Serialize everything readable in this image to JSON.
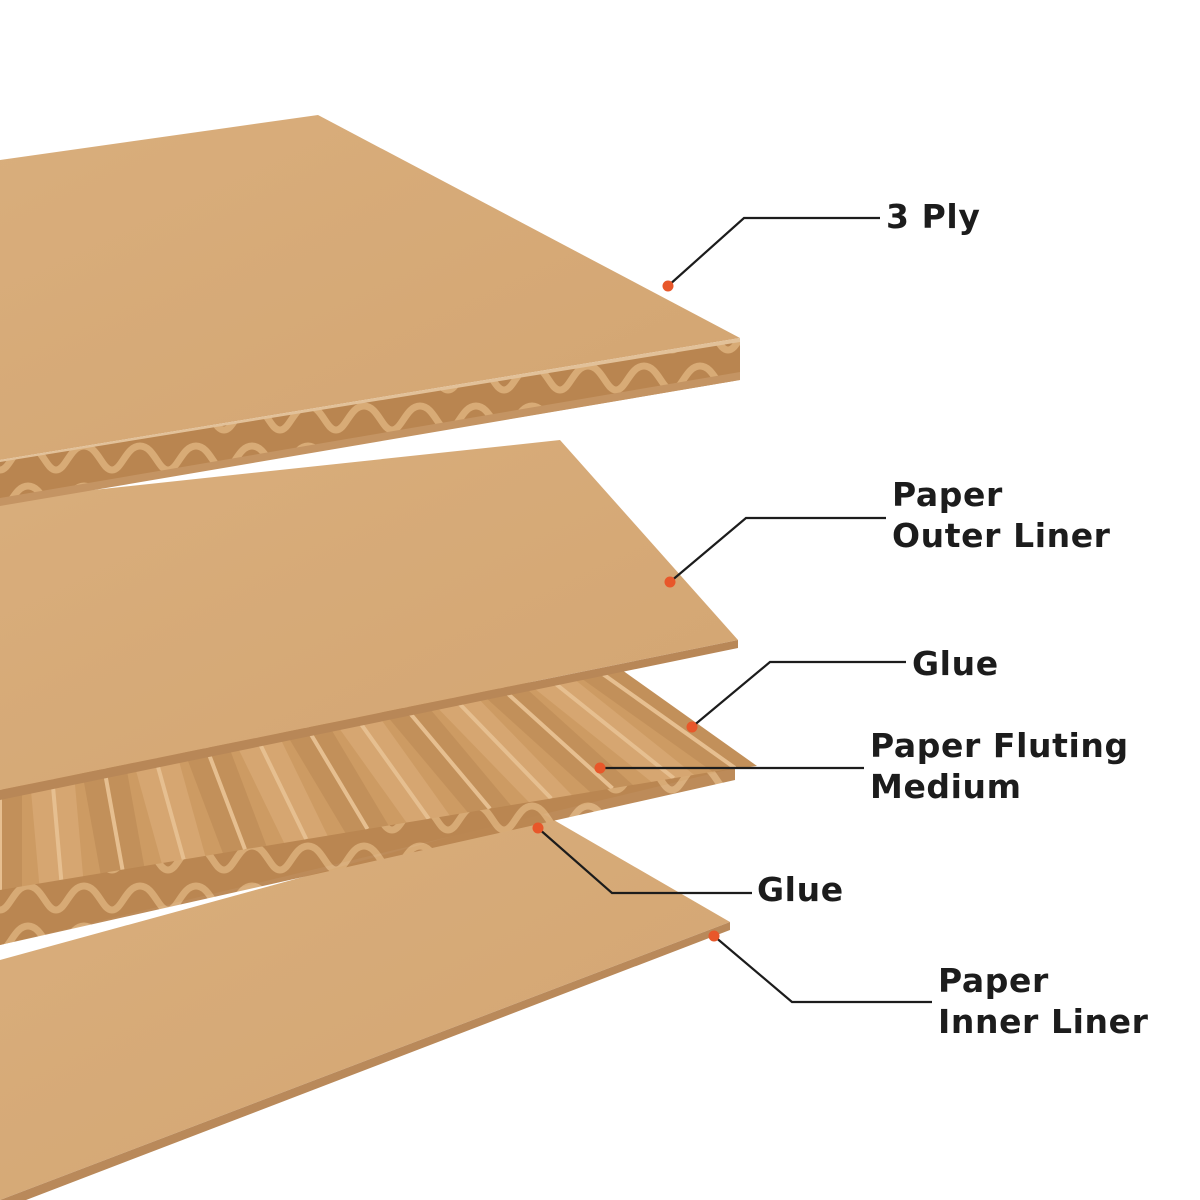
{
  "labels": {
    "three_ply": "3 Ply",
    "outer_liner": [
      "Paper",
      "Outer Liner"
    ],
    "glue_top": "Glue",
    "fluting_medium": [
      "Paper Fluting",
      "Medium"
    ],
    "glue_bottom": "Glue",
    "inner_liner": [
      "Paper",
      "Inner Liner"
    ]
  },
  "colors": {
    "kraft_sheet": "#d8ad7a",
    "kraft_edge": "#c0915c",
    "kraft_flute": "#cf9f66",
    "kraft_shadow": "#a97a47",
    "leader_line": "#1c1c1c",
    "marker_dot": "#e8572a",
    "text": "#1c1c1c",
    "background": "#ffffff"
  }
}
